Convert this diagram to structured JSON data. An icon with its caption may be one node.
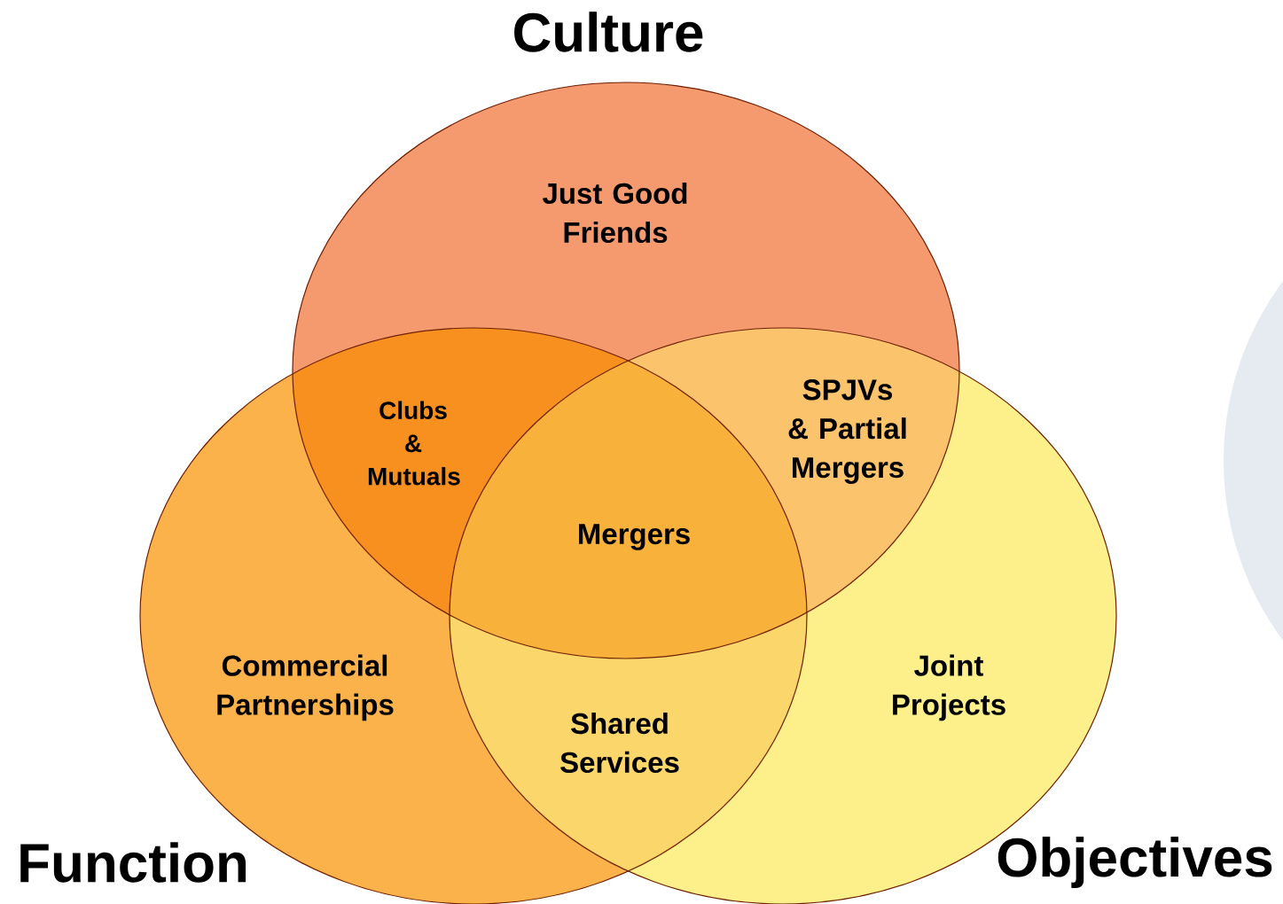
{
  "diagram": {
    "nodes": [
      {
        "text": [
          "Culture",
          "Just Good Friends"
        ]
      },
      {
        "text": [
          "Commercial Partnerships",
          "Function"
        ]
      },
      {
        "text": [
          "Joint Projects",
          "Objectives"
        ]
      }
    ],
    "labels": [
      "Clubs & Mutuals",
      "SPJVs & Partial Mergers",
      "Mergers",
      "Shared Services"
    ]
  }
}
